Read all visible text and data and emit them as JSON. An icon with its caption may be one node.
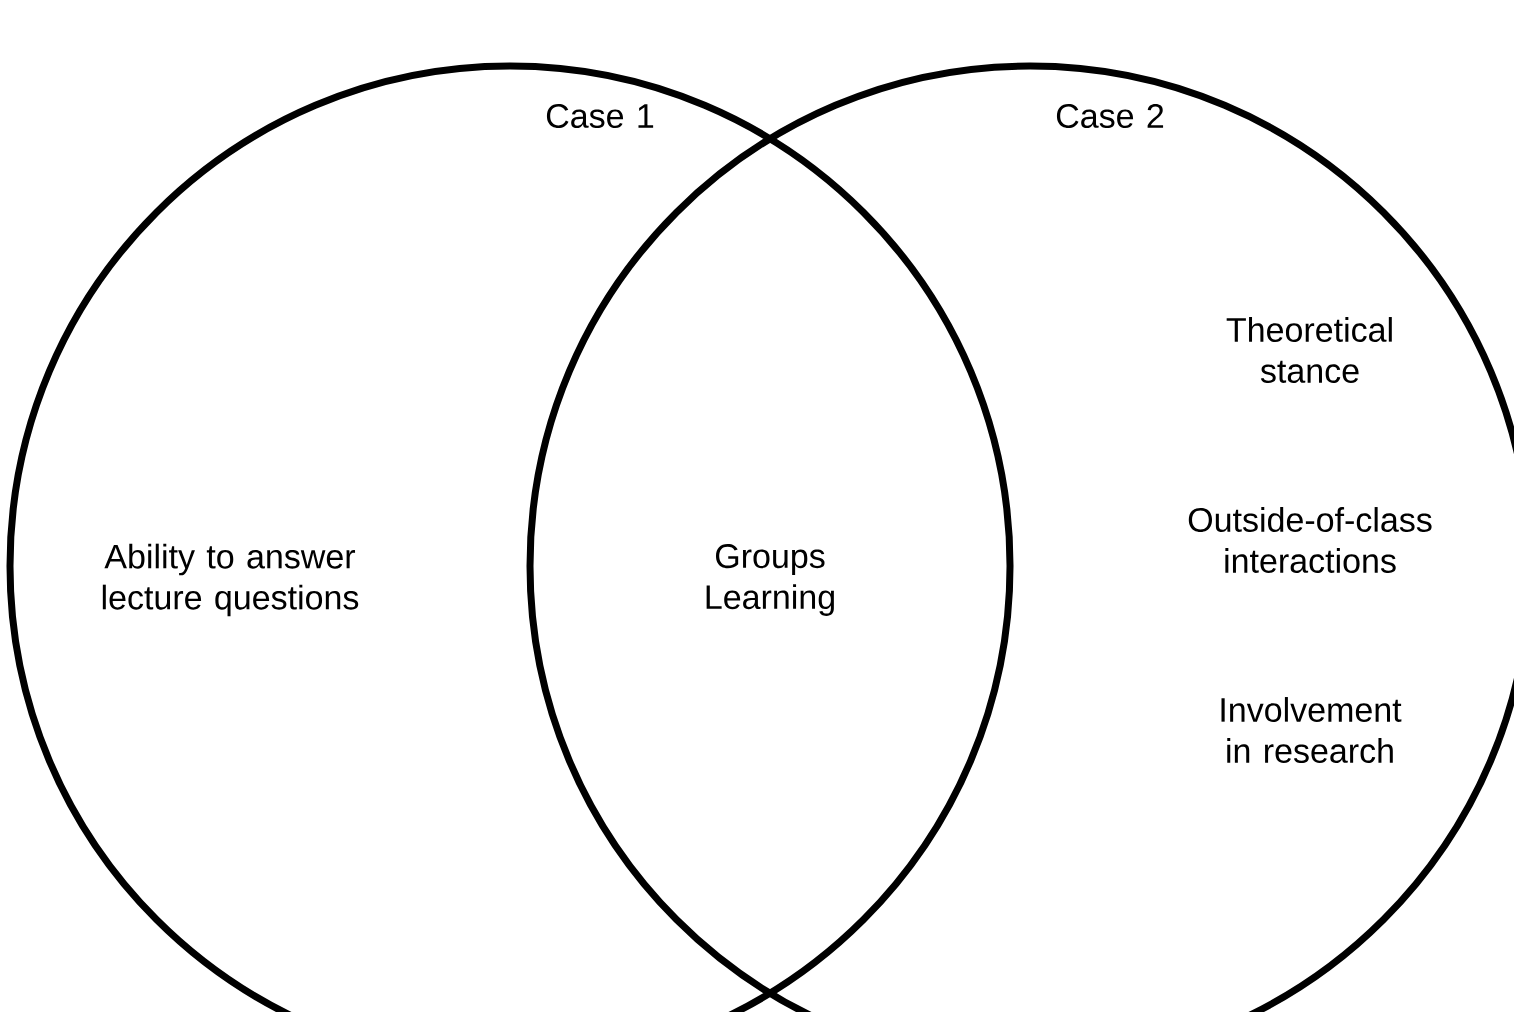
{
  "diagram": {
    "nodes": [
      {
        "text": [
          "Case 1",
          "Ability to answer lecture questions"
        ]
      },
      {
        "text": [
          "Case 2",
          "Theoretical stance",
          "Outside-of-class interactions",
          "Involvement in research"
        ]
      }
    ],
    "labels": [
      "Groups Learning"
    ]
  }
}
